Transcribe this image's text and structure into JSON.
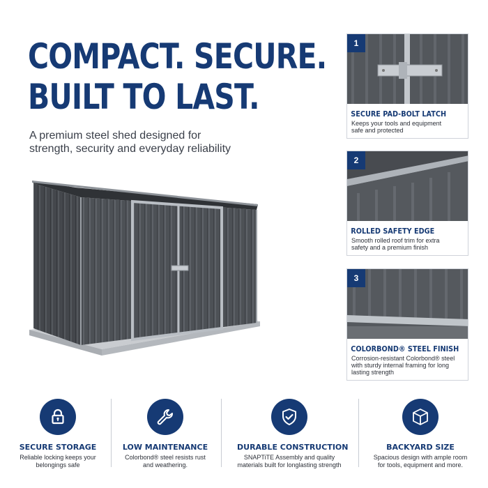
{
  "headline": {
    "line1": "COMPACT. SECURE.",
    "line2": "BUILT TO LAST."
  },
  "subhead": {
    "line1": "A premium steel shed designed for",
    "line2": "strength, security and everyday reliability"
  },
  "colors": {
    "brand": "#163a74",
    "shed": "#505459",
    "trim": "#b9bec4"
  },
  "cards": [
    {
      "number": "1",
      "title": "SECURE PAD-BOLT LATCH",
      "desc": [
        "Keeps your tools and equipment",
        "safe and protected"
      ],
      "photo": "pad-bolt-latch-photo"
    },
    {
      "number": "2",
      "title": "ROLLED SAFETY EDGE",
      "desc": [
        "Smooth rolled roof trim for extra",
        "safety and a premium finish"
      ],
      "photo": "rolled-edge-photo"
    },
    {
      "number": "3",
      "title": "COLORBOND® STEEL FINISH",
      "desc": [
        "Corrosion-resistant Colorbond® steel",
        "with sturdy internal framing for long",
        "lasting strength"
      ],
      "photo": "steel-finish-photo"
    }
  ],
  "features": [
    {
      "title": "SECURE STORAGE",
      "desc": [
        "Reliable locking keeps your",
        "belongings safe"
      ],
      "icon": "padlock-icon"
    },
    {
      "title": "LOW MAINTENANCE",
      "desc": [
        "Colorbond® steel resists rust",
        "and weathering."
      ],
      "icon": "wrench-icon"
    },
    {
      "title": "DURABLE CONSTRUCTION",
      "desc": [
        "SNAPTiTE Assembly and quality",
        "materials built for longlasting strength"
      ],
      "icon": "shield-check-icon"
    },
    {
      "title": "BACKYARD SIZE",
      "desc": [
        "Spacious design with ample room",
        "for tools, equipment and more."
      ],
      "icon": "box-icon"
    }
  ]
}
